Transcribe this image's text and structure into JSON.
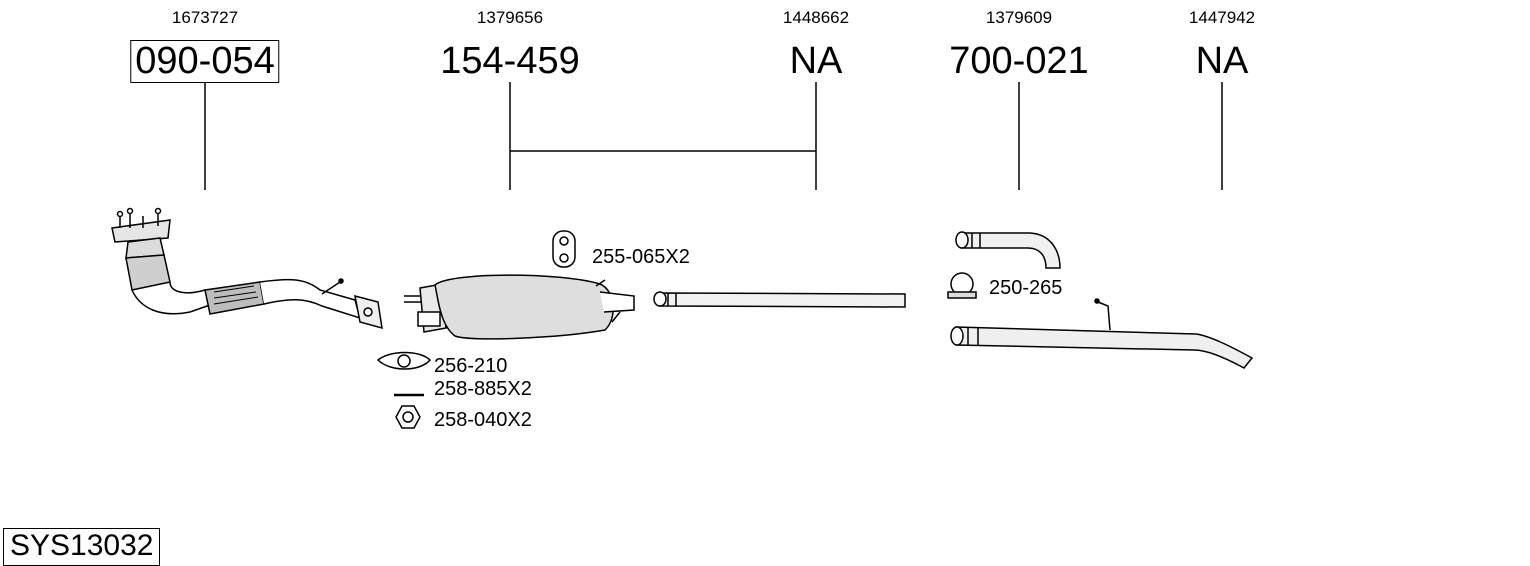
{
  "system_id": "SYS13032",
  "parts": [
    {
      "oem": "1673727",
      "number": "090-054",
      "boxed": true
    },
    {
      "oem": "1379656",
      "number": "154-459",
      "boxed": false
    },
    {
      "oem": "1448662",
      "number": "NA",
      "boxed": false
    },
    {
      "oem": "1379609",
      "number": "700-021",
      "boxed": false
    },
    {
      "oem": "1447942",
      "number": "NA",
      "boxed": false
    }
  ],
  "accessories": [
    {
      "label": "255-065X2",
      "icon": "rubber-hanger-icon"
    },
    {
      "label": "250-265",
      "icon": "clamp-icon"
    },
    {
      "label": "256-210",
      "icon": "gasket-icon"
    },
    {
      "label": "258-885X2",
      "icon": "bolt-icon"
    },
    {
      "label": "258-040X2",
      "icon": "nut-icon"
    }
  ]
}
